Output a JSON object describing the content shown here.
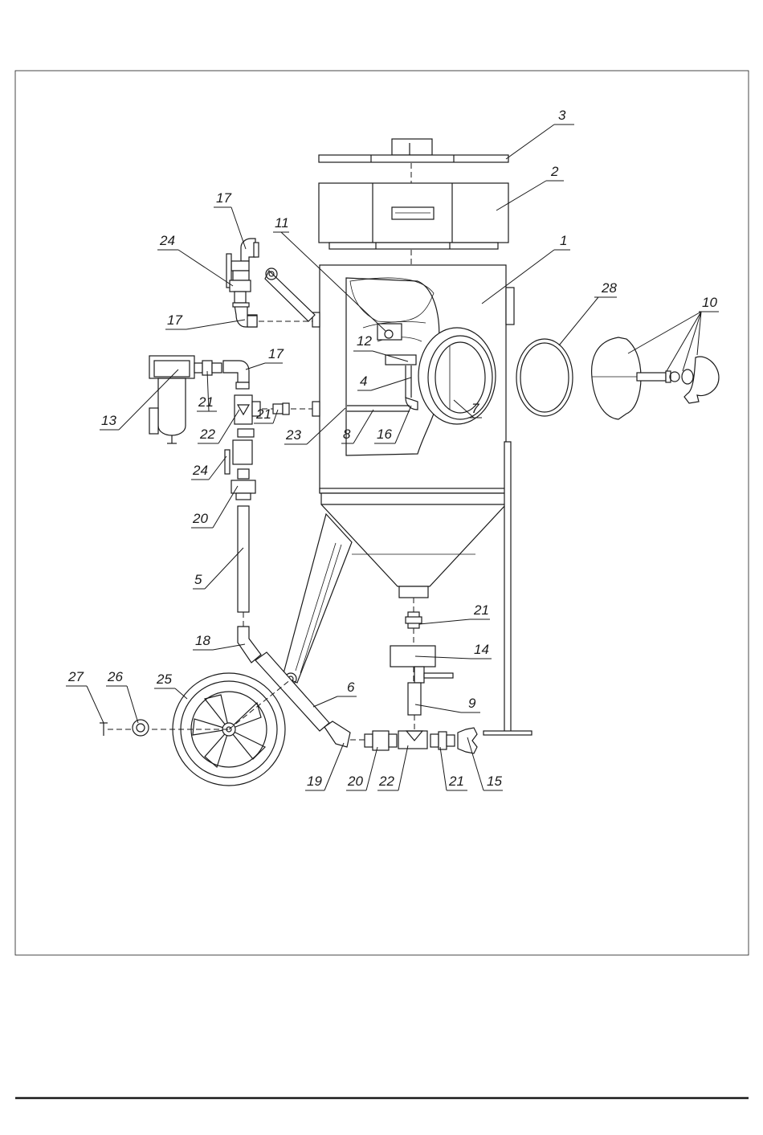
{
  "callouts": [
    {
      "id": "c3",
      "text": "3"
    },
    {
      "id": "c2",
      "text": "2"
    },
    {
      "id": "c1",
      "text": "1"
    },
    {
      "id": "c17a",
      "text": "17"
    },
    {
      "id": "c24a",
      "text": "24"
    },
    {
      "id": "c11",
      "text": "11"
    },
    {
      "id": "c17b",
      "text": "17"
    },
    {
      "id": "c12",
      "text": "12"
    },
    {
      "id": "c17c",
      "text": "17"
    },
    {
      "id": "c4",
      "text": "4"
    },
    {
      "id": "c13",
      "text": "13"
    },
    {
      "id": "c21a",
      "text": "21"
    },
    {
      "id": "c22a",
      "text": "22"
    },
    {
      "id": "c21b",
      "text": "21"
    },
    {
      "id": "c23",
      "text": "23"
    },
    {
      "id": "c8",
      "text": "8"
    },
    {
      "id": "c16",
      "text": "16"
    },
    {
      "id": "c7",
      "text": "7"
    },
    {
      "id": "c28",
      "text": "28"
    },
    {
      "id": "c10",
      "text": "10"
    },
    {
      "id": "c24b",
      "text": "24"
    },
    {
      "id": "c20a",
      "text": "20"
    },
    {
      "id": "c5",
      "text": "5"
    },
    {
      "id": "c21c",
      "text": "21"
    },
    {
      "id": "c14",
      "text": "14"
    },
    {
      "id": "c18",
      "text": "18"
    },
    {
      "id": "c27",
      "text": "27"
    },
    {
      "id": "c26",
      "text": "26"
    },
    {
      "id": "c25",
      "text": "25"
    },
    {
      "id": "c6",
      "text": "6"
    },
    {
      "id": "c9",
      "text": "9"
    },
    {
      "id": "c19",
      "text": "19"
    },
    {
      "id": "c20b",
      "text": "20"
    },
    {
      "id": "c22b",
      "text": "22"
    },
    {
      "id": "c21d",
      "text": "21"
    },
    {
      "id": "c15",
      "text": "15"
    }
  ]
}
